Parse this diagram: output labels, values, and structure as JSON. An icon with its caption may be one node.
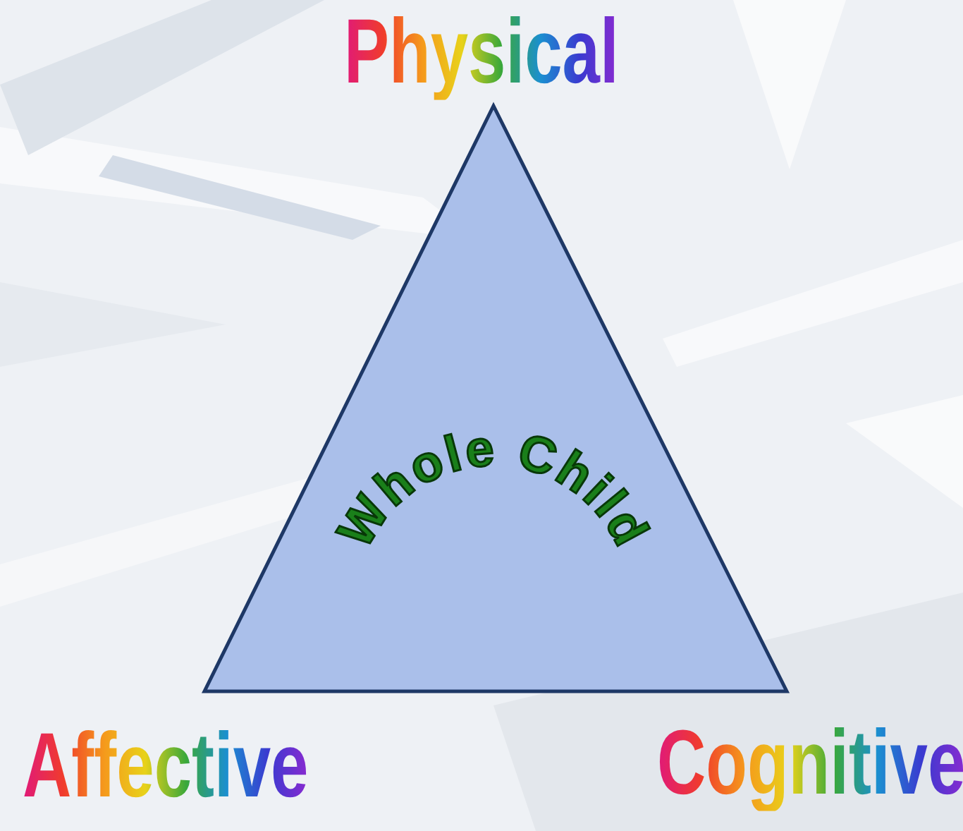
{
  "diagram": {
    "nodes": [
      {
        "text": [
          "Whole Child"
        ]
      }
    ],
    "labels": [
      "Physical",
      "Affective",
      "Cognitive"
    ]
  }
}
